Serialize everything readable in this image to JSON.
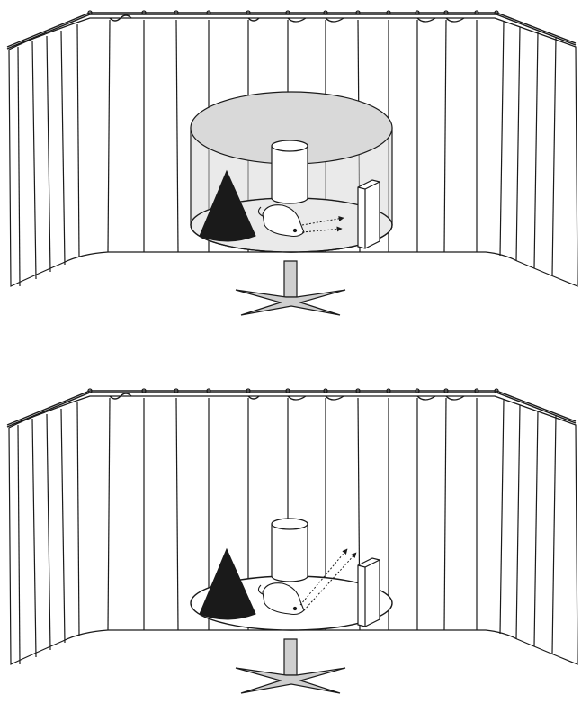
{
  "colors": {
    "ink": "#1a1a1a",
    "cylinder_shade": "#d9d9d9",
    "paper": "#ffffff",
    "pedestal": "#cfcfcf"
  },
  "panels": [
    {
      "name": "top-panel",
      "enclosure_wall": true,
      "arrow_direction": "right"
    },
    {
      "name": "bottom-panel",
      "enclosure_wall": false,
      "arrow_direction": "up-right"
    }
  ]
}
